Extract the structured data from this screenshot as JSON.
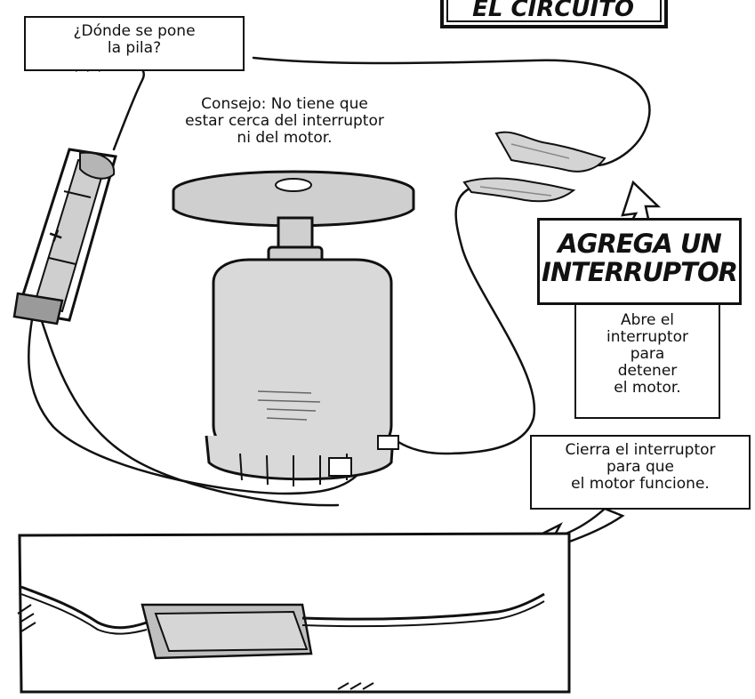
{
  "header": {
    "title_fragment": "EL CIRCUITO"
  },
  "callouts": {
    "battery_question": {
      "line1": "¿Dónde se pone",
      "line2": "la pila?"
    },
    "tip": {
      "line1": "Consejo: No tiene que",
      "line2": "estar cerca del interruptor",
      "line3": "ni del motor."
    },
    "add_switch": {
      "line1": "AGREGA UN",
      "line2": "INTERRUPTOR"
    },
    "open_switch": {
      "line1": "Abre el",
      "line2": "interruptor",
      "line3": "para",
      "line4": "detener",
      "line5": "el motor."
    },
    "close_switch": {
      "line1": "Cierra el interruptor",
      "line2": "para que",
      "line3": "el motor funcione."
    }
  },
  "colors": {
    "ink": "#111111",
    "paper": "#ffffff",
    "shade": "#cfcfcf",
    "mid_shade": "#b5b5b5"
  }
}
